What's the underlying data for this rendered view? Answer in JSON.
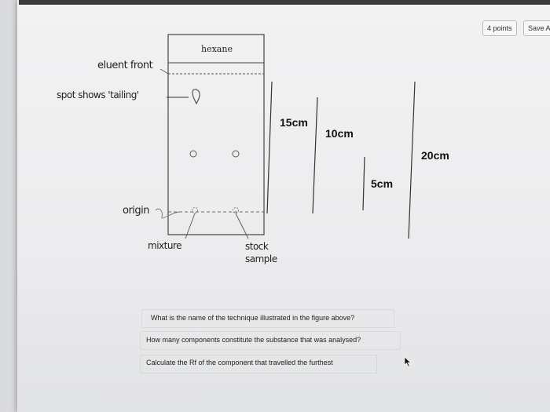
{
  "header": {
    "points_label": "4 points",
    "save_label": "Save A"
  },
  "figure": {
    "solvent_label": "hexane",
    "eluent_front_label": "eluent front",
    "tailing_label": "spot shows 'tailing'",
    "origin_label": "origin",
    "mixture_label": "mixture",
    "stock_label_line1": "stock",
    "stock_label_line2": "sample",
    "lengths": {
      "len_15": "15cm",
      "len_10": "10cm",
      "len_5": "5cm",
      "len_20": "20cm"
    }
  },
  "questions": [
    "What is the name of the technique illustrated in the figure above?",
    "How many components constitute the substance that was analysed?",
    "Calculate the Rf of the component that travelled the furthest"
  ]
}
